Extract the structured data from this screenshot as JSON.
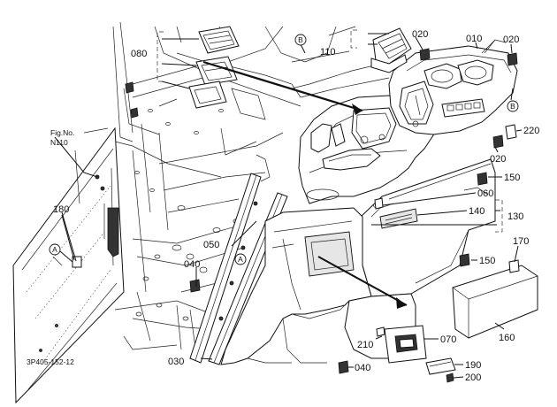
{
  "parts": [
    {
      "id": "p010",
      "number": "010"
    },
    {
      "id": "p020a",
      "number": "020"
    },
    {
      "id": "p020b",
      "number": "020"
    },
    {
      "id": "p020c",
      "number": "020"
    },
    {
      "id": "p030",
      "number": "030"
    },
    {
      "id": "p040a",
      "number": "040"
    },
    {
      "id": "p040b",
      "number": "040"
    },
    {
      "id": "p050",
      "number": "050"
    },
    {
      "id": "p060",
      "number": "060"
    },
    {
      "id": "p070",
      "number": "070"
    },
    {
      "id": "p080",
      "number": "080"
    },
    {
      "id": "p110",
      "number": "110"
    },
    {
      "id": "p130",
      "number": "130"
    },
    {
      "id": "p140",
      "number": "140"
    },
    {
      "id": "p150a",
      "number": "150"
    },
    {
      "id": "p150b",
      "number": "150"
    },
    {
      "id": "p160",
      "number": "160"
    },
    {
      "id": "p170",
      "number": "170"
    },
    {
      "id": "p180",
      "number": "180"
    },
    {
      "id": "p190",
      "number": "190"
    },
    {
      "id": "p200",
      "number": "200"
    },
    {
      "id": "p210",
      "number": "210"
    },
    {
      "id": "p220",
      "number": "220"
    }
  ],
  "markers": {
    "a1": "A",
    "a2": "A",
    "b1": "B",
    "b2": "B"
  },
  "fig_ref": {
    "line1": "Fig.No.",
    "line2": "N110"
  },
  "drawing_code": "3P405-152-12"
}
